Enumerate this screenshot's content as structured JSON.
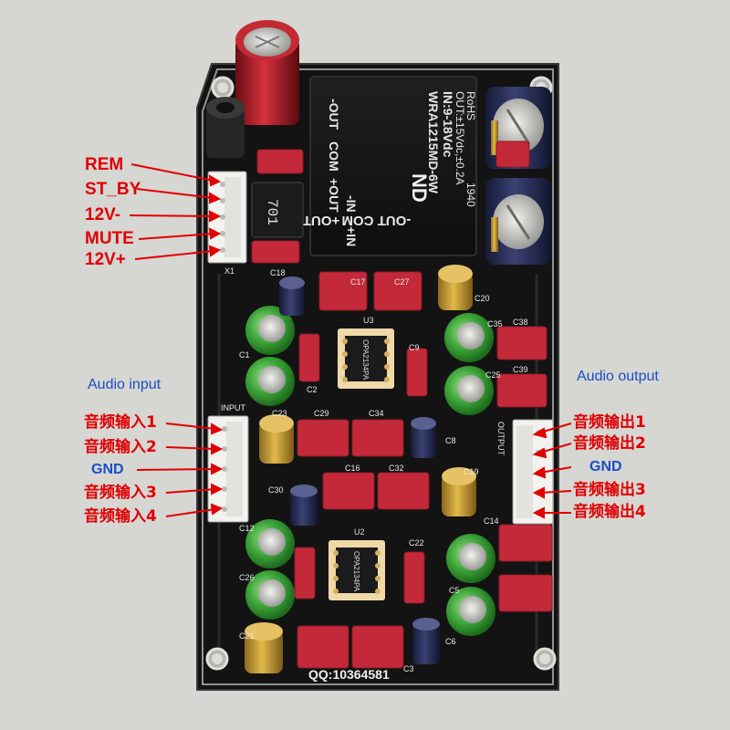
{
  "power_labels": [
    "REM",
    "ST_BY",
    "12V-",
    "MUTE",
    "12V+"
  ],
  "audio_input": {
    "heading": "Audio input",
    "labels": [
      "音频输入1",
      "音频输入2",
      "GND",
      "音频输入3",
      "音频输入4"
    ]
  },
  "audio_output": {
    "heading": "Audio output",
    "labels": [
      "音频输出1",
      "音频输出2",
      "GND",
      "音频输出3",
      "音频输出4"
    ]
  },
  "dcdc_module": {
    "brand": "ND",
    "model": "WRA1215MD-6W",
    "input": "IN:9-18Vdc",
    "output": "OUT:±15Vdc,±0.2A",
    "rohs": "RoHS",
    "date": "1940",
    "pin_in_minus": "-IN",
    "pin_in_plus": "+IN",
    "pin_out_minus": "-OUT",
    "pin_com": "COM",
    "pin_out_plus": "+OUT"
  },
  "inductor_marking": "701",
  "chips": [
    {
      "ref": "U3",
      "marking": "OPA2134PA"
    },
    {
      "ref": "U2",
      "marking": "OPA2134PA"
    }
  ],
  "silkscreen": {
    "connector_x1": "X1",
    "input": "INPUT",
    "output": "OUTPUT",
    "qq": "QQ:10364581",
    "refs": [
      "C18",
      "C17",
      "C27",
      "C20",
      "C1",
      "C2",
      "C9",
      "C35",
      "C38",
      "C39",
      "C25",
      "C23",
      "C29",
      "C34",
      "C8",
      "C16",
      "C32",
      "C19",
      "C30",
      "C12",
      "C26",
      "C22",
      "C14",
      "C5",
      "C21",
      "C6",
      "C3"
    ]
  },
  "colors": {
    "annotation": "#e00000",
    "heading": "#1a4fc4",
    "pcb": "#141414",
    "capacitor_red": "#c4293a"
  }
}
